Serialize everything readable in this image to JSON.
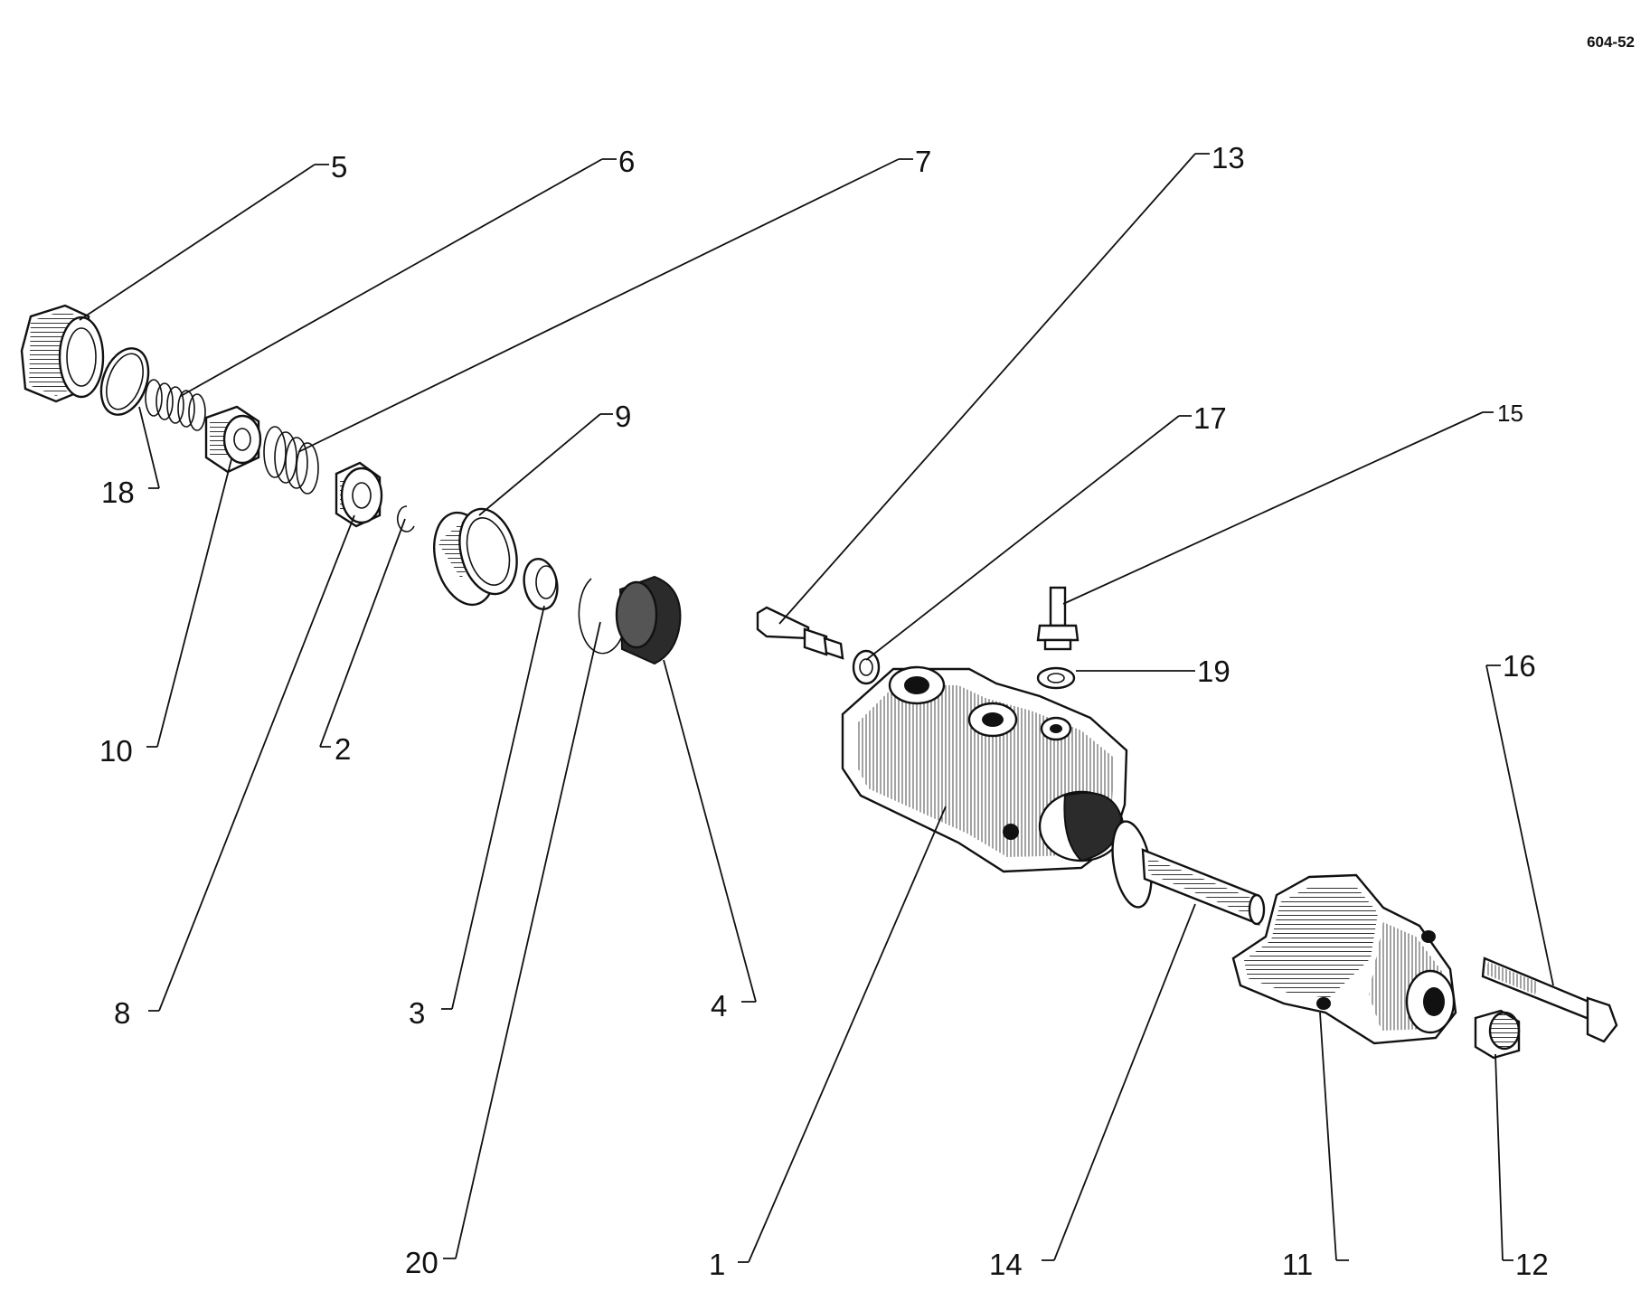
{
  "figure_code": "604-52",
  "callouts": [
    {
      "id": "1",
      "label": "1"
    },
    {
      "id": "2",
      "label": "2"
    },
    {
      "id": "3",
      "label": "3"
    },
    {
      "id": "4",
      "label": "4"
    },
    {
      "id": "5",
      "label": "5"
    },
    {
      "id": "6",
      "label": "6"
    },
    {
      "id": "7",
      "label": "7"
    },
    {
      "id": "8",
      "label": "8"
    },
    {
      "id": "9",
      "label": "9"
    },
    {
      "id": "10",
      "label": "10"
    },
    {
      "id": "11",
      "label": "11"
    },
    {
      "id": "12",
      "label": "12"
    },
    {
      "id": "13",
      "label": "13"
    },
    {
      "id": "14",
      "label": "14"
    },
    {
      "id": "15",
      "label": "15"
    },
    {
      "id": "16",
      "label": "16"
    },
    {
      "id": "17",
      "label": "17"
    },
    {
      "id": "18",
      "label": "18"
    },
    {
      "id": "19",
      "label": "19"
    },
    {
      "id": "20",
      "label": "20"
    }
  ]
}
